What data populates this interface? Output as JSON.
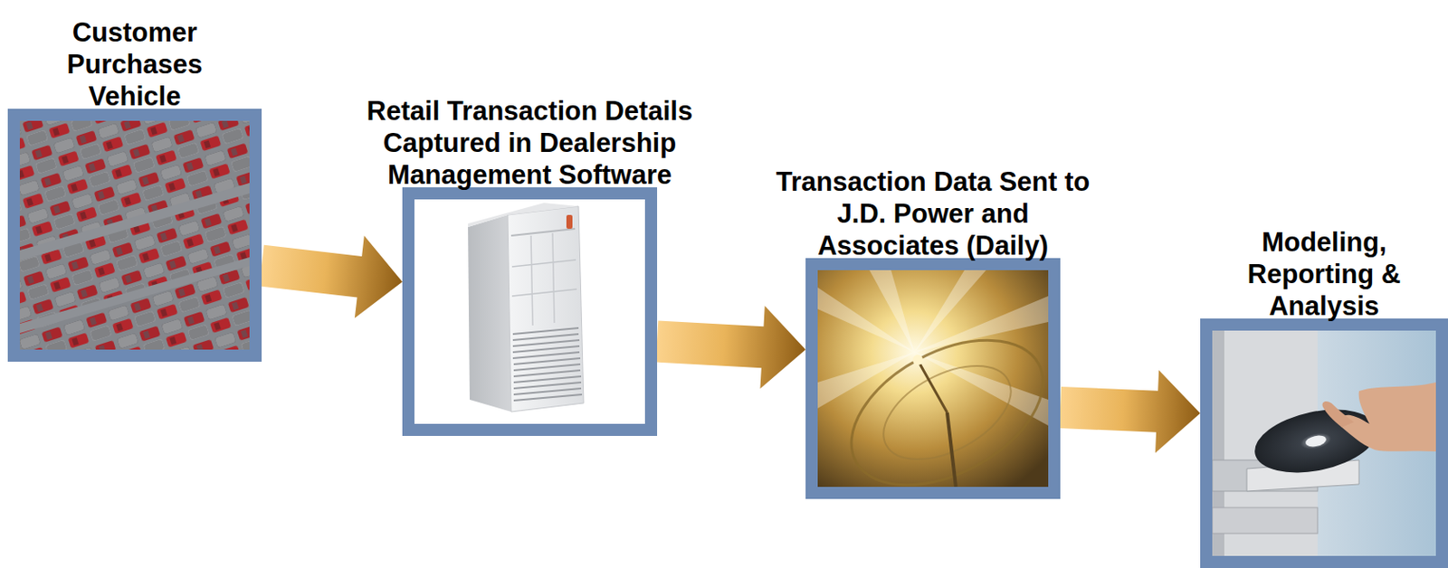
{
  "diagram": {
    "nodes": [
      {
        "text": [
          "Customer Purchases Vehicle"
        ]
      },
      {
        "text": [
          "Retail Transaction Details Captured in Dealership Management Software"
        ]
      },
      {
        "text": [
          "Transaction Data Sent to J.D. Power and Associates (Daily)"
        ]
      },
      {
        "text": [
          "Modeling, Reporting & Analysis"
        ]
      }
    ],
    "edges": [
      {
        "from": 0,
        "to": 1,
        "arrow": "to"
      },
      {
        "from": 1,
        "to": 2,
        "arrow": "to"
      },
      {
        "from": 2,
        "to": 3,
        "arrow": "to"
      }
    ]
  }
}
